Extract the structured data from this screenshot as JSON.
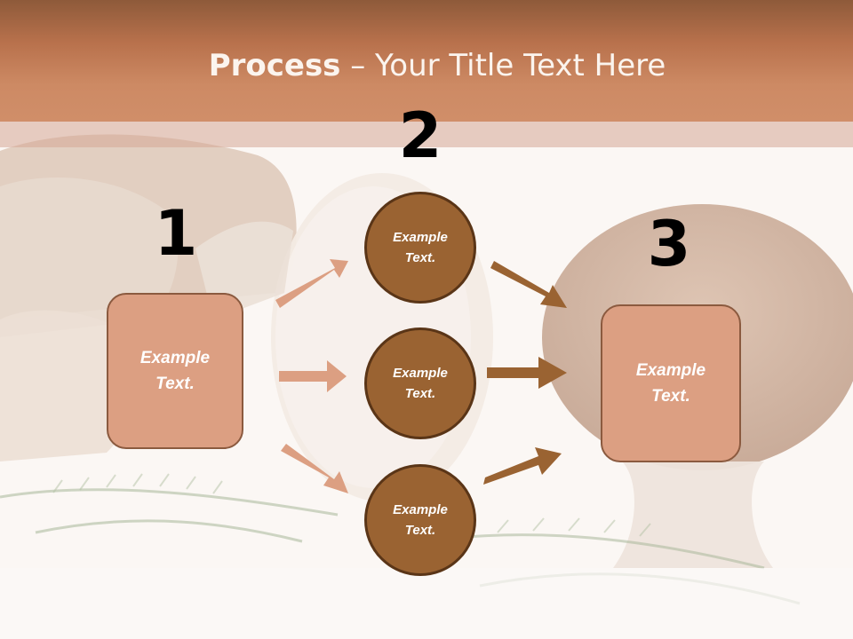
{
  "slide": {
    "title_bold": "Process",
    "title_rest": " – Your Title Text Here"
  },
  "steps": [
    {
      "number": "1",
      "text": "Example\nText."
    },
    {
      "number": "2",
      "items": [
        "Example\nText.",
        "Example\nText.",
        "Example\nText."
      ]
    },
    {
      "number": "3",
      "text": "Example\nText."
    }
  ],
  "colors": {
    "header": "#c37d57",
    "box_fill": "#dc9f82",
    "circle_fill": "#9a6332",
    "arrow_light": "#dc9f82",
    "arrow_dark": "#9a6332"
  }
}
